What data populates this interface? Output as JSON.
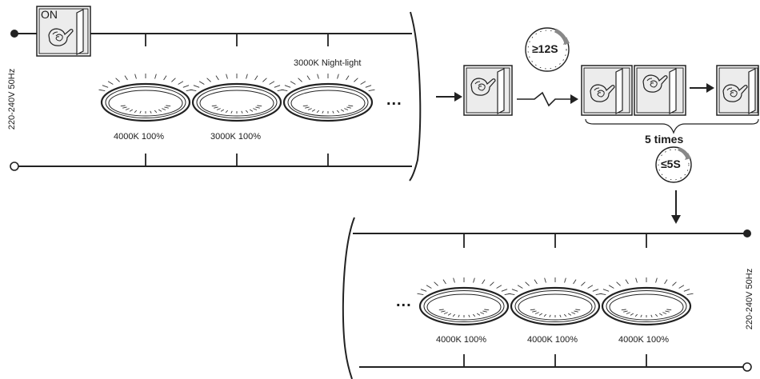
{
  "top_panel": {
    "switch_label": "ON",
    "voltage": "220-240V 50Hz",
    "lamps": [
      {
        "label": "4000K 100%",
        "lit": true
      },
      {
        "label": "3000K 100%",
        "lit": true
      },
      {
        "label": "3000K Night-light",
        "lit": true
      }
    ],
    "ellipsis": "..."
  },
  "sequence": {
    "timer_long": "≥12S",
    "timer_short": "≤5S",
    "repeat_label": "5 times"
  },
  "bottom_panel": {
    "voltage": "220-240V 50Hz",
    "ellipsis": "...",
    "lamps": [
      {
        "label": "4000K 100%",
        "lit": true
      },
      {
        "label": "4000K 100%",
        "lit": true
      },
      {
        "label": "4000K 100%",
        "lit": true
      }
    ]
  }
}
